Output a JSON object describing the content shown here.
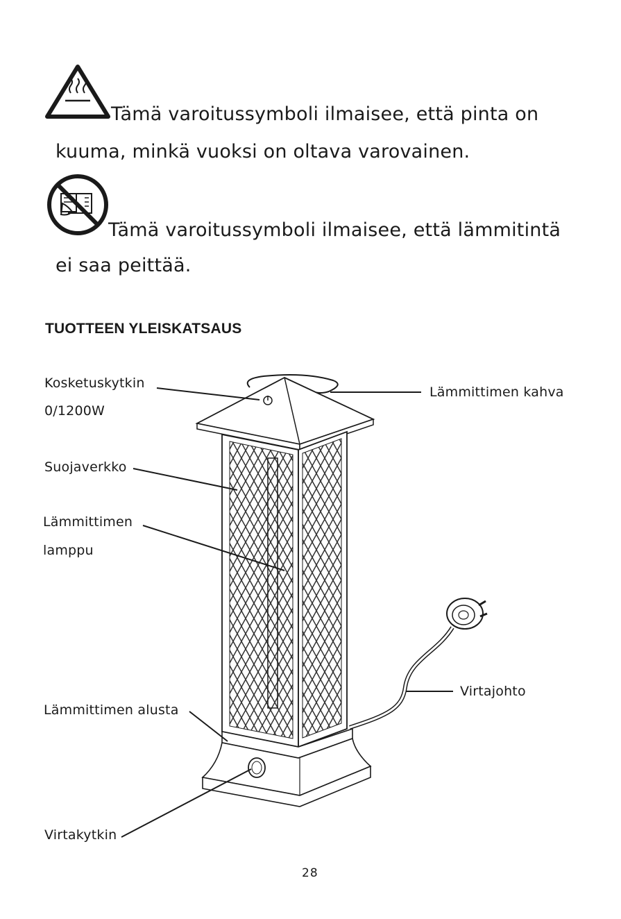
{
  "warnings": [
    {
      "icon": "hot-surface-warning-icon",
      "line1": "Tämä varoitussymboli ilmaisee, että pinta on",
      "line2": "kuuma, minkä vuoksi on oltava varovainen."
    },
    {
      "icon": "do-not-cover-icon",
      "line1": "Tämä varoitussymboli ilmaisee, että lämmitintä",
      "line2": "ei saa peittää."
    }
  ],
  "overview": {
    "heading": "TUOTTEEN YLEISKATSAUS",
    "labels": {
      "touch_switch_line1": "Kosketuskytkin",
      "touch_switch_line2": "0/1200W",
      "guard_mesh": "Suojaverkko",
      "lamp_line1": "Lämmittimen",
      "lamp_line2": "lamppu",
      "base": "Lämmittimen alusta",
      "power_switch": "Virtakytkin",
      "handle": "Lämmittimen kahva",
      "power_cord": "Virtajohto"
    }
  },
  "page_number": "28"
}
